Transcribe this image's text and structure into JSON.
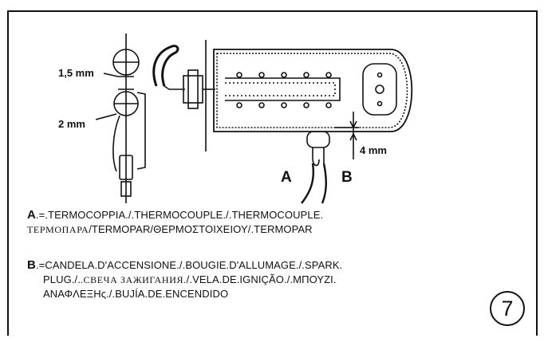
{
  "diagram": {
    "dims": {
      "gap_top": "1,5 mm",
      "gap_mid": "2 mm",
      "gap_right": "4 mm"
    },
    "markers": {
      "a": "A",
      "b": "B"
    }
  },
  "legend": {
    "a_key": "A",
    "a_line1": ".=.TERMOCOPPIA./.THERMOCOUPLE./.THERMOCOUPLE.",
    "a_line2_ru": "ТЕРМОПАРА",
    "a_line2_rest": "/TERMOPAR/ΘΕΡΜΟΣΤΟΙΧΕΙΟΥ/.TERMOPAR",
    "b_key": "B",
    "b_line1": ".=CANDELA.D'ACCENSIONE./.BOUGIE.D'ALLUMAGE./.SPARK.",
    "b_line2_a": "PLUG./.",
    "b_line2_ru": ".СВЕЧА ЗАЖИГАНИЯ.",
    "b_line2_b": "/.VELA.DE.IGNIÇÃO./.ΜΠΟΥΖΙ.",
    "b_line3": "ΑΝΑΦΛΕΞΗς./.BUJÍA.DE.ENCENDIDO"
  },
  "page_number": "7"
}
